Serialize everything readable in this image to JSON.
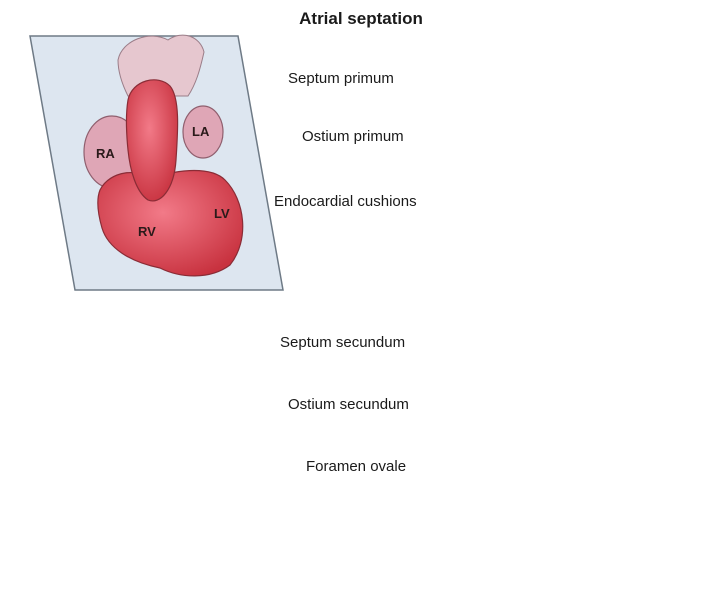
{
  "title": "Atrial septation",
  "panel1": {
    "labels": {
      "ra": "RA",
      "la": "LA",
      "rv": "RV",
      "lv": "LV"
    }
  },
  "labels": {
    "septum_primum": "Septum primum",
    "ostium_primum": "Ostium primum",
    "endocardial_cushions": "Endocardial cushions",
    "septum_secundum": "Septum secundum",
    "ostium_secundum": "Ostium secundum",
    "foramen_ovale": "Foramen ovale"
  },
  "colors": {
    "tissue_outer": "#e8aaa8",
    "tissue_inner": "#c98a86",
    "myocardium": "#d9465a",
    "ventricle_dark": "#8e3a3a",
    "septum_primum_green": "#3ec85a",
    "septum_secundum_blue": "#7fd6e8",
    "plane": "#d8e2ee"
  }
}
